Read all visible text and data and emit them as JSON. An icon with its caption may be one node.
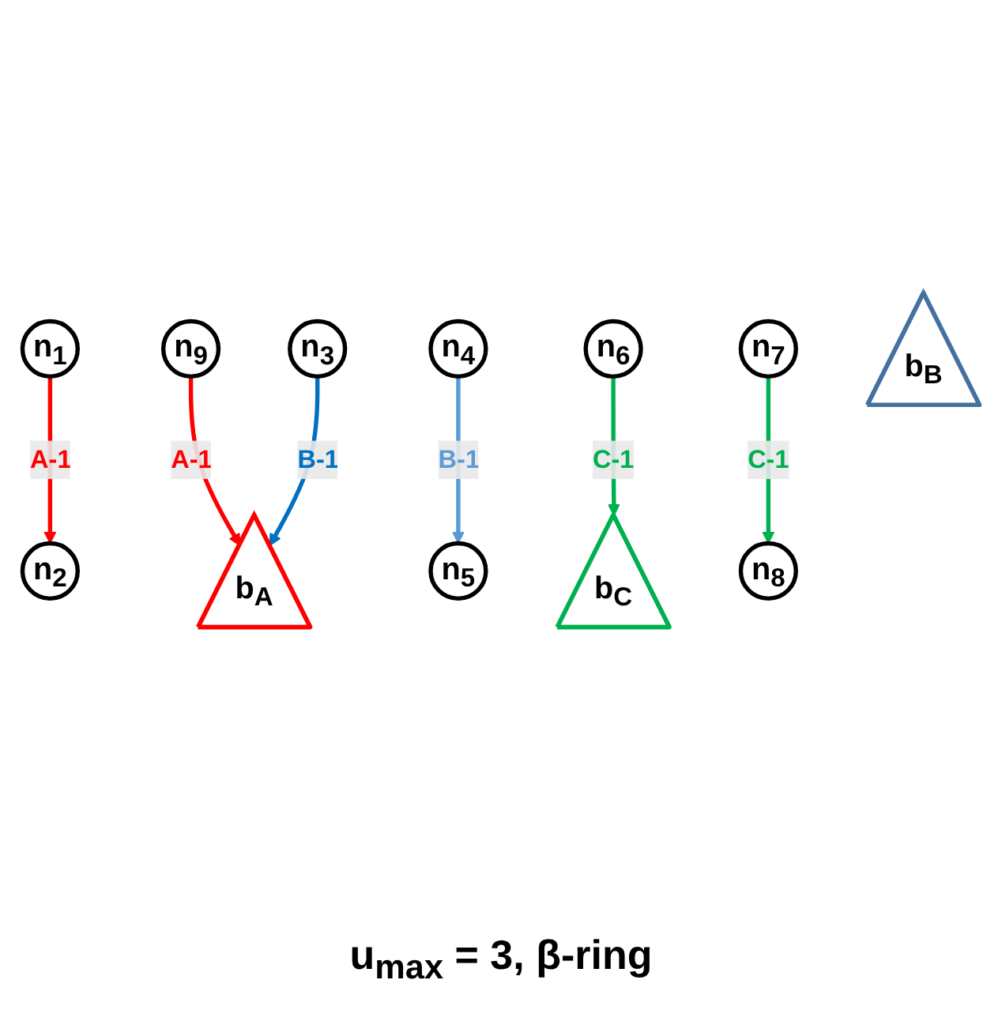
{
  "diagram": {
    "caption": "u$_{max}$ = 3, β-ring",
    "nodes": [
      {
        "text": [
          "n$_{1}$"
        ]
      },
      {
        "text": [
          "n$_{2}$"
        ]
      },
      {
        "text": [
          "n$_{3}$"
        ]
      },
      {
        "text": [
          "n$_{4}$"
        ]
      },
      {
        "text": [
          "n$_{5}$"
        ]
      },
      {
        "text": [
          "n$_{6}$"
        ]
      },
      {
        "text": [
          "n$_{7}$"
        ]
      },
      {
        "text": [
          "n$_{8}$"
        ]
      },
      {
        "text": [
          "n$_{9}$"
        ]
      },
      {
        "text": [
          "b$_{A}$"
        ]
      },
      {
        "text": [
          "b$_{B}$"
        ]
      },
      {
        "text": [
          "b$_{C}$"
        ]
      }
    ],
    "edges": [
      {
        "from": 0,
        "to": 1,
        "arrow": "to",
        "label": "A-1",
        "color": "#ff0000"
      },
      {
        "from": 8,
        "to": 9,
        "arrow": "to",
        "label": "A-1",
        "color": "#ff0000"
      },
      {
        "from": 2,
        "to": 9,
        "arrow": "to",
        "label": "B-1",
        "color": "#0070c0"
      },
      {
        "from": 3,
        "to": 4,
        "arrow": "to",
        "label": "B-1",
        "color": "#5b9bd5"
      },
      {
        "from": 5,
        "to": 11,
        "arrow": "to",
        "label": "C-1",
        "color": "#00b050"
      },
      {
        "from": 6,
        "to": 7,
        "arrow": "to",
        "label": "C-1",
        "color": "#00b050"
      }
    ]
  }
}
